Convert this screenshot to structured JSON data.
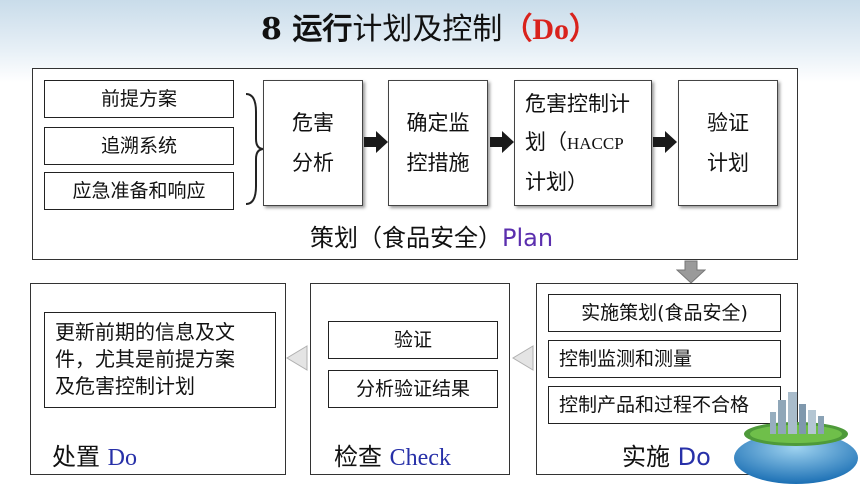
{
  "title": {
    "num": "8",
    "bold": "运行",
    "light": "计划及控制",
    "lparen": "（",
    "do": "Do",
    "rparen": "）"
  },
  "plan": {
    "left_items": [
      "前提方案",
      "追溯系统",
      "应急准备和响应"
    ],
    "steps": {
      "hazard_analysis": [
        "危害",
        "分析"
      ],
      "monitoring": [
        "确定监",
        "控措施"
      ],
      "haccp": [
        "危害控制计",
        "划（",
        "HACCP",
        "计划）"
      ],
      "verification": [
        "验证",
        "计划"
      ]
    },
    "label_cn": "策划（食品安全）",
    "label_en": "Plan"
  },
  "do_panel": {
    "items": [
      "实施策划(食品安全)",
      "控制监测和测量",
      "控制产品和过程不合格"
    ],
    "label_cn": "实施",
    "label_en": "Do"
  },
  "check_panel": {
    "items": [
      "验证",
      "分析验证结果"
    ],
    "label_cn": "检查",
    "label_en": "Check"
  },
  "act_panel": {
    "text_lines": [
      "更新前期的信息及文",
      "件，尤其是前提方案",
      "及危害控制计划"
    ],
    "label_cn": "处置",
    "label_en": "Do"
  },
  "colors": {
    "title_accent": "#d9221c",
    "label_blue": "#2730a8",
    "label_purple": "#5b2fae",
    "arrow": "#1a1a1a",
    "gray_arrow": "#9a9a9a"
  }
}
